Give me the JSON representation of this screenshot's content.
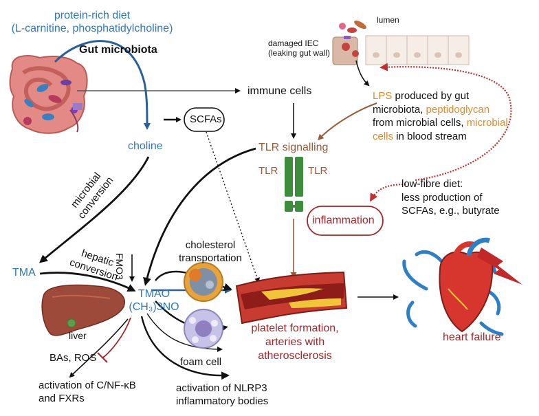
{
  "diet": {
    "line1": "protein-rich diet",
    "line2": "(L-carnitine, phosphatidylcholine)"
  },
  "gut_microbiota": "Gut microbiota",
  "choline": "choline",
  "scfas": "SCFAs",
  "immune_cells": "immune cells",
  "lumen": "lumen",
  "damaged_iec": {
    "line1": "damaged IEC",
    "line2": "(leaking gut wall)"
  },
  "lps": {
    "l1_a": "LPS",
    "l1_b": " produced by gut",
    "l2_a": "microbiota, ",
    "l2_b": "peptidoglycan",
    "l3_a": "from microbial cells, ",
    "l3_b": "microbial",
    "l4_a": "cells",
    "l4_b": " in blood stream"
  },
  "tlr_signalling": "TLR signalling",
  "tlr_left": "TLR",
  "tlr_right": "TLR",
  "inflammation": "inflammation",
  "low_fibre": {
    "line1": "low-fibre diet:",
    "line2": "less production of",
    "line3": "SCFAs, e.g., butyrate"
  },
  "microbial_conversion": {
    "line1": "microbial",
    "line2": "conversion"
  },
  "fmo3": "FMO3",
  "hepatic_conversion": {
    "line1": "hepatic",
    "line2": "conversion"
  },
  "tma": "TMA",
  "liver": "liver",
  "tmao": {
    "line1": "TMAO",
    "line2": "(CH₃)3NO"
  },
  "cholesterol": {
    "line1": "cholesterol",
    "line2": "transportation"
  },
  "platelet": {
    "line1": "platelet formation,",
    "line2": "arteries with",
    "line3": "atherosclerosis"
  },
  "heart_failure": "heart failure",
  "foam_cell": "foam cell",
  "bas_ros": "BAs, ROS",
  "cnfkb": {
    "line1": "activation of C/NF-κB",
    "line2": "and FXRs"
  },
  "nlrp3": {
    "line1": "activation of NLRP3",
    "line2": "inflammatory bodies"
  },
  "colors": {
    "blue": "#2f78bd",
    "brown": "#9a5a3a",
    "red": "#a1262b",
    "orange": "#e08a2c",
    "black": "#111111"
  },
  "icons": [
    "intestine-icon",
    "gut-epithelium-icon",
    "liver-icon",
    "macrophage-icon",
    "foam-cell-icon",
    "artery-plaque-icon",
    "heart-icon",
    "lightning-icon",
    "tlr-receptor-icon"
  ]
}
